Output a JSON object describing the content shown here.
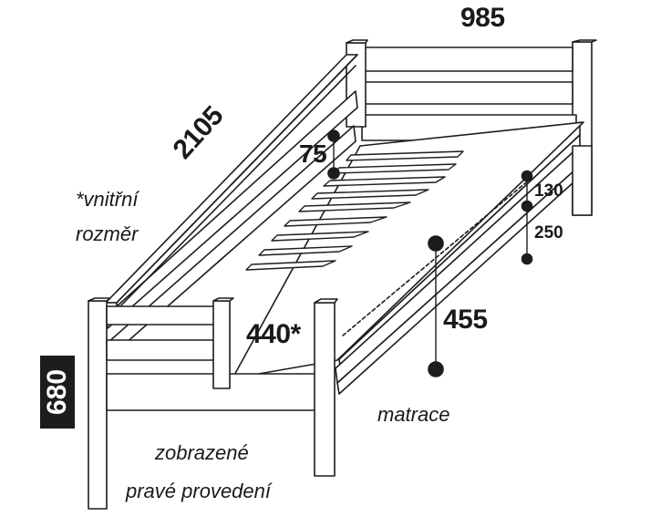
{
  "dimensions": {
    "width": "985",
    "length": "2105",
    "headboard_height": "680",
    "inner_width": "440*",
    "height_455": "455",
    "rail_75": "75",
    "side_130": "130",
    "side_250": "250"
  },
  "notes": {
    "inner_size_line1": "*vnitřní",
    "inner_size_line2": "rozměr",
    "mattress": "matrace",
    "version_line1": "zobrazené",
    "version_line2": "pravé provedení"
  },
  "colors": {
    "line": "#1d1d1b",
    "fill": "#ffffff",
    "badge_bg": "#1d1d1b",
    "badge_text": "#ffffff"
  }
}
